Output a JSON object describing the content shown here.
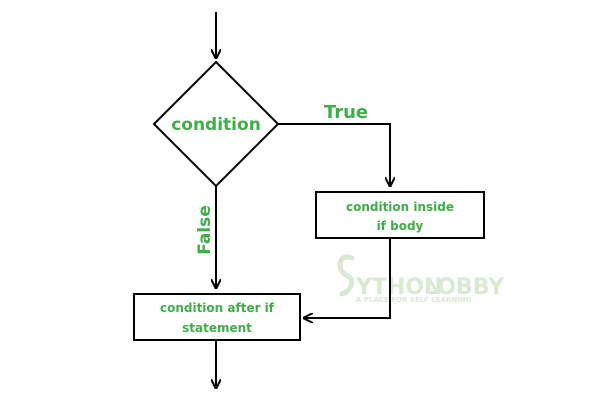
{
  "diagram": {
    "decision": {
      "label": "condition"
    },
    "true_branch": {
      "label": "True",
      "box": {
        "line1": "condition inside",
        "line2": "if body"
      }
    },
    "false_branch": {
      "label": "False"
    },
    "after_box": {
      "line1": "condition after if",
      "line2": "statement"
    }
  },
  "watermark": {
    "brand": "YTHON",
    "brand2": "LOBBY",
    "tagline": "A PLACE FOR SELF LEARNING"
  },
  "colors": {
    "text": "#3fae49",
    "stroke": "#000000",
    "watermark": "#d9ead3"
  }
}
